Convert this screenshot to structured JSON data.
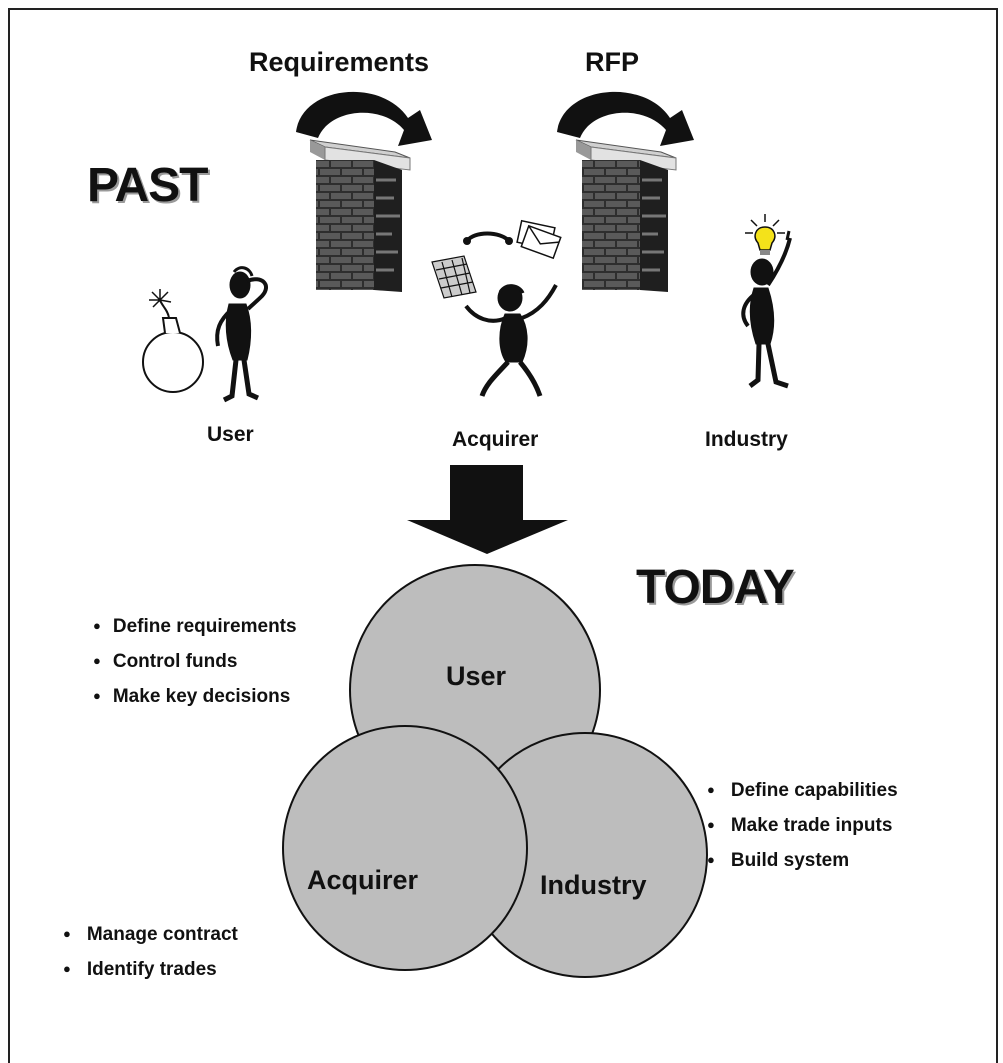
{
  "past": {
    "heading": "PAST",
    "handoffs": [
      {
        "label": "Requirements"
      },
      {
        "label": "RFP"
      }
    ],
    "roles": [
      "User",
      "Acquirer",
      "Industry"
    ]
  },
  "today": {
    "heading": "TODAY",
    "circles": [
      "User",
      "Acquirer",
      "Industry"
    ],
    "user_duties": [
      "Define requirements",
      "Control funds",
      "Make key decisions"
    ],
    "industry_duties": [
      "Define capabilities",
      "Make trade inputs",
      "Build system"
    ],
    "acquirer_duties": [
      "Manage contract",
      "Identify trades"
    ]
  },
  "colors": {
    "circle_fill": "#bdbdbd",
    "brick": "#3a3a3a",
    "wall_cap": "#d0d0d0",
    "ink": "#111111"
  }
}
